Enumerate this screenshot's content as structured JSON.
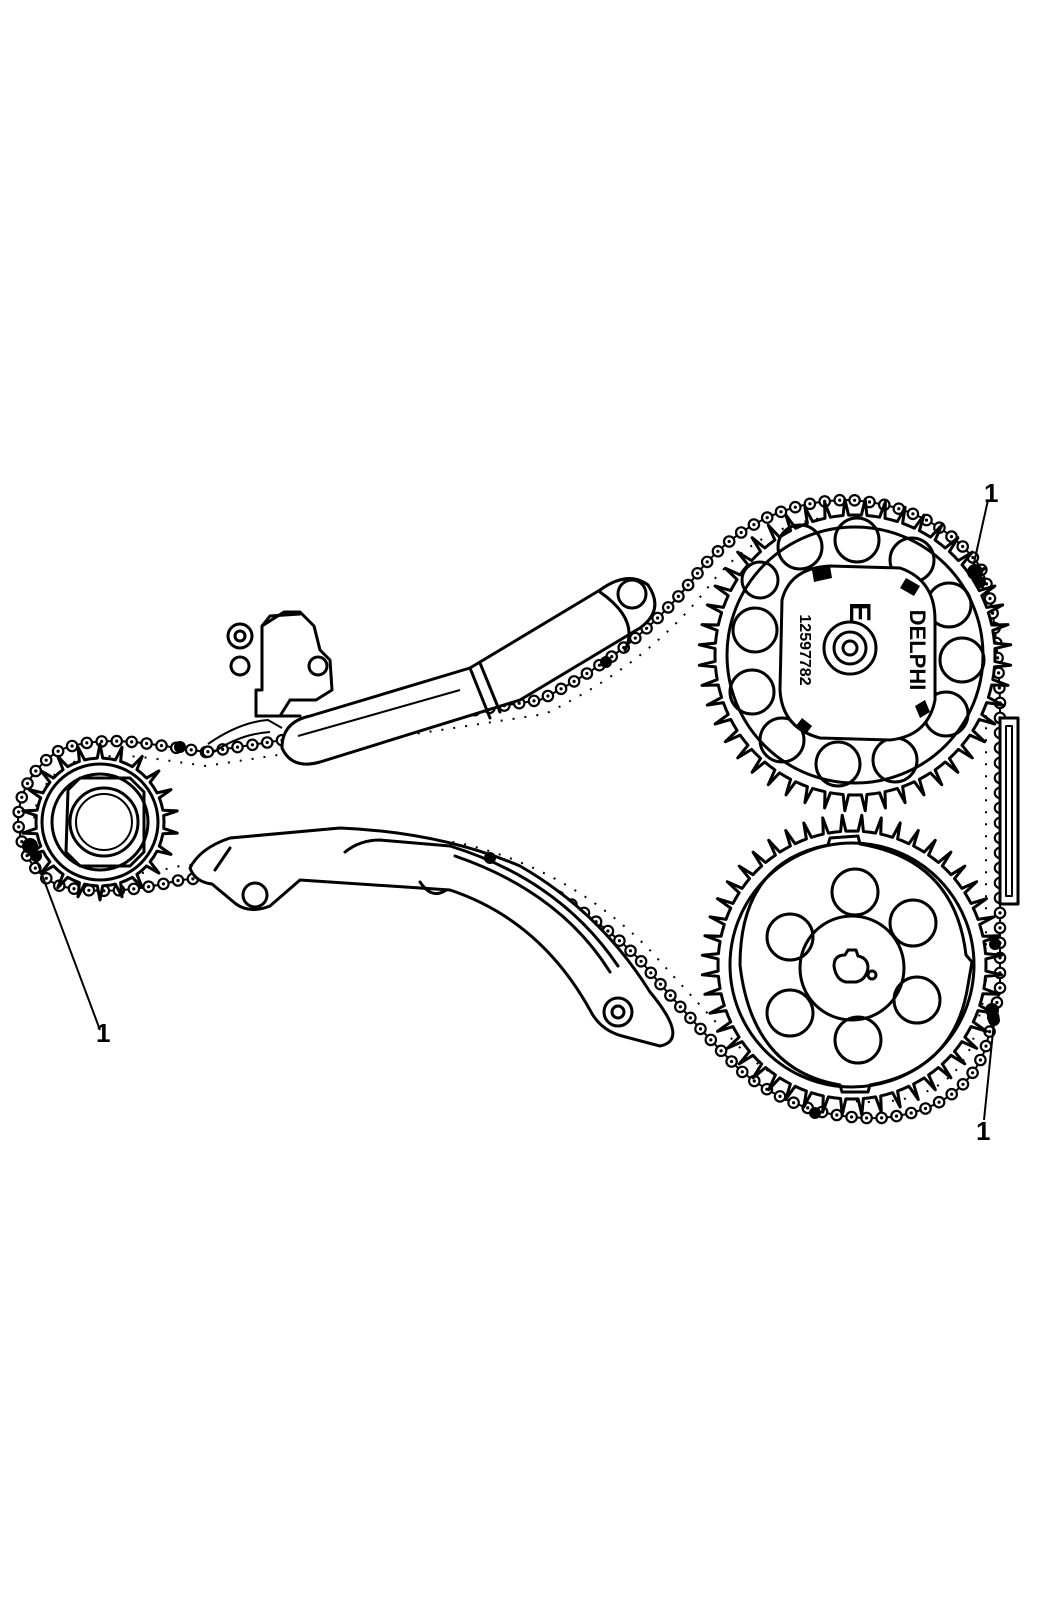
{
  "diagram": {
    "callouts": [
      {
        "id": "callout-top-right",
        "label": "1"
      },
      {
        "id": "callout-left",
        "label": "1"
      },
      {
        "id": "callout-bottom-right",
        "label": "1"
      }
    ],
    "sprocket_markings": {
      "brand": "DELPHI",
      "letter": "E",
      "part_number": "12597782"
    }
  }
}
